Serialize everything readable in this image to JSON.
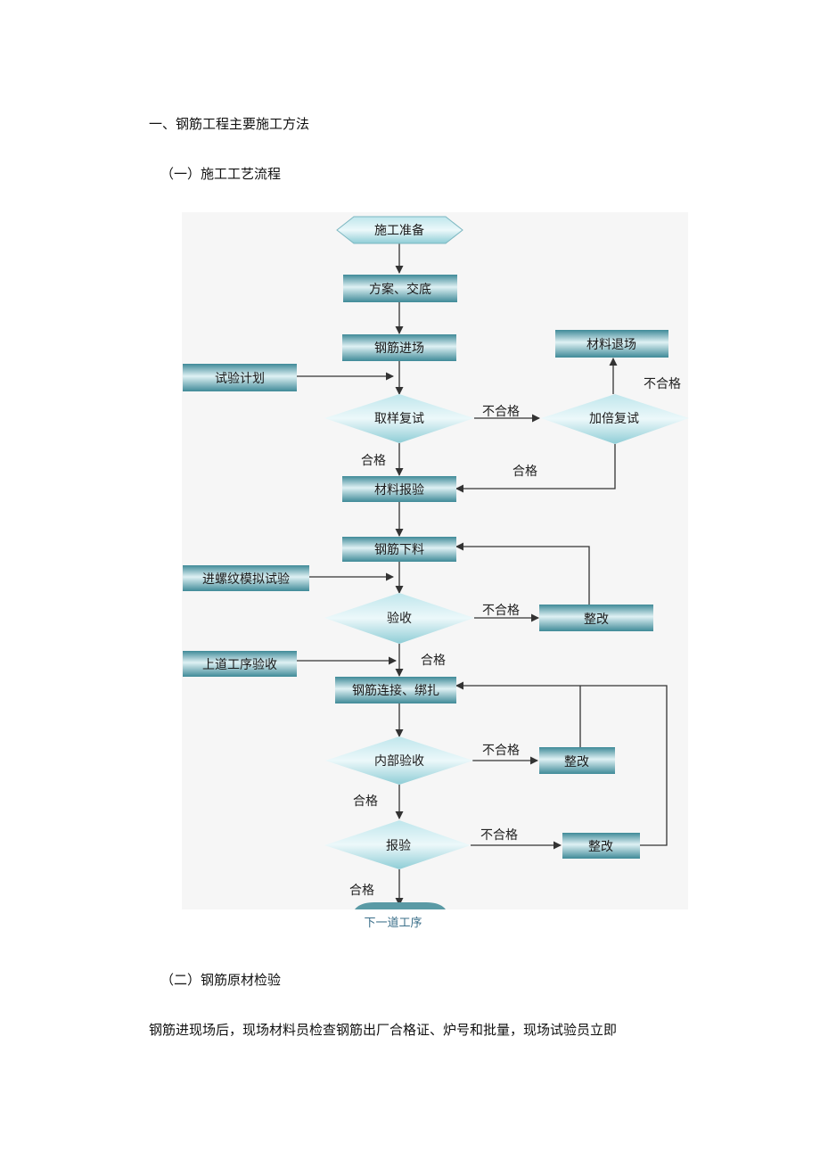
{
  "headings": {
    "h1": "一、钢筋工程主要施工方法",
    "h2": "（一）施工工艺流程",
    "h3": "（二）钢筋原材检验"
  },
  "paragraph": "钢筋进现场后，现场材料员检查钢筋出厂合格证、炉号和批量，现场试验员立即",
  "flow": {
    "nodes": {
      "prep": "施工准备",
      "plan": "方案、交底",
      "enter": "钢筋进场",
      "test_plan": "试验计划",
      "sample": "取样复试",
      "double": "加倍复试",
      "return": "材料退场",
      "report": "材料报验",
      "cut": "钢筋下料",
      "thread": "进螺纹模拟试验",
      "accept": "验收",
      "fix1": "整改",
      "prev": "上道工序验收",
      "connect": "钢筋连接、绑扎",
      "internal": "内部验收",
      "fix2": "整改",
      "inspect": "报验",
      "fix3": "整改",
      "next": "下一道工序"
    },
    "edge_labels": {
      "fail_sample": "不合格",
      "fail_double": "不合格",
      "pass_sample": "合格",
      "pass_double": "合格",
      "fail_accept": "不合格",
      "pass_accept": "合格",
      "fail_internal": "不合格",
      "pass_internal": "合格",
      "fail_inspect": "不合格",
      "pass_inspect": "合格"
    },
    "colors": {
      "panel": "#f6f6f6",
      "box_dark": "#3f8a98",
      "box_light": "#dff1f4",
      "diamond_light": "#e6f6f8",
      "diamond_dark": "#8ecdd6"
    }
  }
}
